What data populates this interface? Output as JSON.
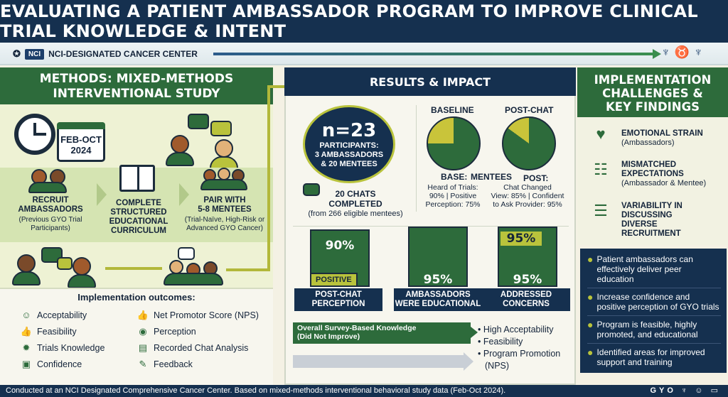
{
  "title": "EVALUATING A PATIENT AMBASSADOR PROGRAM TO IMPROVE CLINICAL TRIAL KNOWLEDGE & INTENT",
  "center_banner": {
    "badge": "NCI",
    "label": "NCI-DESIGNATED CANCER CENTER"
  },
  "methods": {
    "header_line1": "METHODS: MIXED-METHODS",
    "header_line2": "INTERVENTIONAL STUDY",
    "calendar": {
      "line1": "FEB-OCT",
      "line2": "2024"
    },
    "steps": [
      {
        "title_line1": "RECRUIT",
        "title_line2": "AMBASSADORS",
        "detail": "(Previous GYO Trial Participants)"
      },
      {
        "title_line1": "COMPLETE",
        "title_line2": "STRUCTURED",
        "title_line3": "EDUCATIONAL",
        "title_line4": "CURRICULUM"
      },
      {
        "title_line1": "PAIR WITH",
        "title_line2": "5-8 MENTEES",
        "detail": "(Trial-Naïve, High-Risk or Advanced GYO Cancer)"
      }
    ]
  },
  "outcomes": {
    "title": "Implementation outcomes:",
    "left": [
      "Acceptability",
      "Feasibility",
      "Trials Knowledge",
      "Confidence"
    ],
    "right": [
      "Net Promotor Score (NPS)",
      "Perception",
      "Recorded Chat Analysis",
      "Feedback"
    ]
  },
  "results": {
    "header": "RESULTS & IMPACT",
    "n_label": "n=23",
    "participants_line1": "PARTICIPANTS:",
    "participants_line2": "3 AMBASSADORS",
    "participants_line3": "& 20 MENTEES",
    "chats_line1": "20 CHATS",
    "chats_line2": "COMPLETED",
    "chats_detail": "(from 266 eligible mentees)",
    "baseline_label": "BASELINE",
    "postchat_label": "POST-CHAT",
    "mentees_label": "MENTEES",
    "base_label": "BASE:",
    "post_label": "POST:",
    "base_detail_1": "Heard of Trials:",
    "base_detail_2": "90% | Positive",
    "base_detail_3": "Perception: 75%",
    "post_detail_1": "Chat Changed",
    "post_detail_2": "View: 85% | Confident",
    "post_detail_3": "to Ask Provider: 95%",
    "positive_tag": "POSITIVE",
    "bars": [
      {
        "pct": "90%",
        "line1": "POST-CHAT",
        "line2": "PERCEPTION"
      },
      {
        "pct": "95%",
        "line1": "AMBASSADORS",
        "line2": "WERE EDUCATIONAL"
      },
      {
        "pct": "95%",
        "top_pct": "95%",
        "line1": "ADDRESSED",
        "line2": "CONCERNS"
      }
    ],
    "knowledge_line1": "Overall Survey-Based Knowledge",
    "knowledge_line2": "(Did Not Improve)",
    "knowledge_list": [
      "High Acceptability",
      "Feasibility",
      "Program Promotion",
      "(NPS)"
    ]
  },
  "implementation": {
    "header_line1": "IMPLEMENTATION",
    "header_line2": "CHALLENGES &",
    "header_line3": "KEY FINDINGS",
    "items": [
      {
        "title": "EMOTIONAL STRAIN",
        "detail": "(Ambassadors)"
      },
      {
        "title_line1": "MISMATCHED",
        "title_line2": "EXPECTATIONS",
        "detail": "(Ambassador & Mentee)"
      },
      {
        "title_line1": "VARIABILITY IN",
        "title_line2": "DISCUSSING",
        "title_line3": "DIVERSE",
        "title_line4": "RECRUITMENT"
      }
    ],
    "findings": [
      "Patient ambassadors can effectively deliver peer education",
      "Increase confidence and positive perception of GYO trials",
      "Program is feasible, highly promoted, and educational",
      "Identified areas for improved support and training"
    ]
  },
  "footer": {
    "text": "Conducted at an NCI Designated Comprehensive Cancer Center. Based on mixed-methods interventional behavioral study data (Feb-Oct 2024).",
    "brand": "GYO"
  },
  "chart_data": {
    "type": "pie",
    "pies": [
      {
        "label": "BASELINE",
        "values": [
          75,
          25
        ]
      },
      {
        "label": "POST-CHAT",
        "values": [
          85,
          15
        ]
      }
    ],
    "bars": [
      {
        "category": "POST-CHAT PERCEPTION",
        "value": 90
      },
      {
        "category": "AMBASSADORS WERE EDUCATIONAL",
        "value": 95
      },
      {
        "category": "ADDRESSED CONCERNS",
        "value": 95
      }
    ]
  },
  "colors": {
    "navy": "#15304f",
    "green": "#2d6b3b",
    "lime": "#b9c33c",
    "pie_light": "#c9c43a"
  }
}
